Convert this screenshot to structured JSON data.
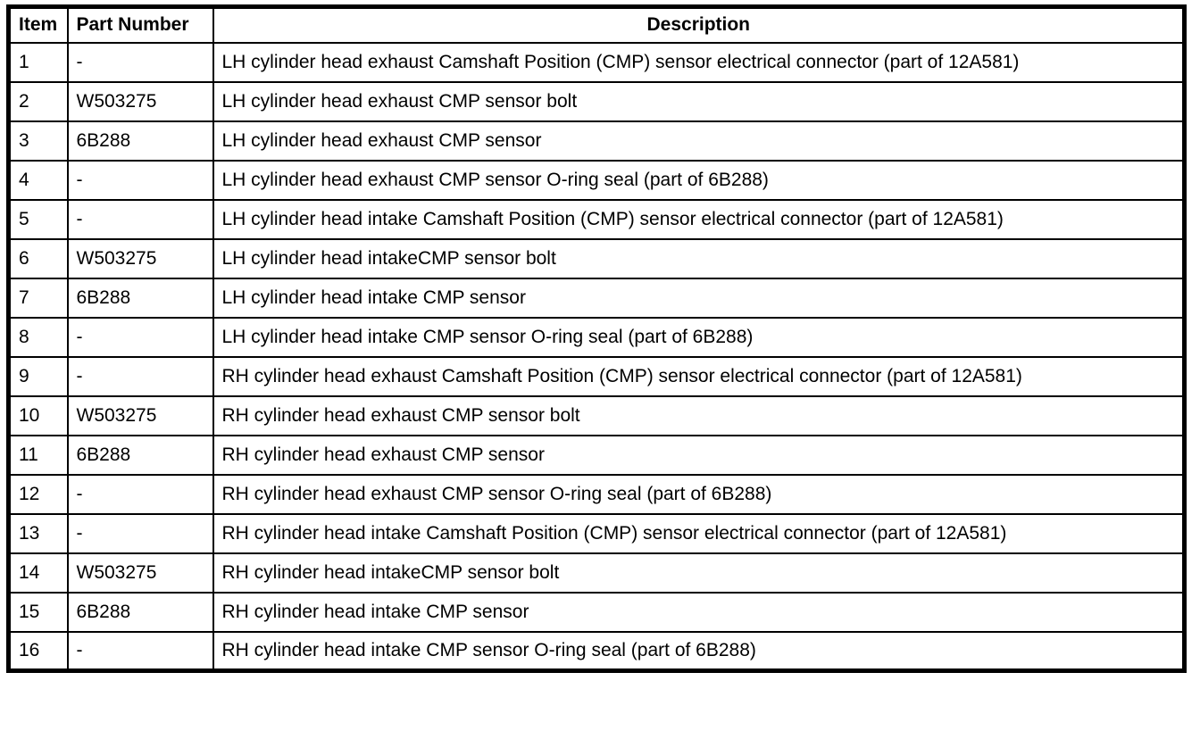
{
  "table": {
    "headers": [
      "Item",
      "Part Number",
      "Description"
    ],
    "rows": [
      [
        "1",
        "-",
        "LH cylinder head exhaust Camshaft Position (CMP) sensor electrical connector (part of 12A581)"
      ],
      [
        "2",
        "W503275",
        "LH cylinder head exhaust CMP sensor bolt"
      ],
      [
        "3",
        "6B288",
        "LH cylinder head exhaust CMP sensor"
      ],
      [
        "4",
        "-",
        "LH cylinder head exhaust CMP sensor O-ring seal (part of 6B288)"
      ],
      [
        "5",
        "-",
        "LH cylinder head intake Camshaft Position (CMP) sensor electrical connector (part of 12A581)"
      ],
      [
        "6",
        "W503275",
        "LH cylinder head intakeCMP sensor bolt"
      ],
      [
        "7",
        "6B288",
        "LH cylinder head intake CMP sensor"
      ],
      [
        "8",
        "-",
        "LH cylinder head intake CMP sensor O-ring seal (part of 6B288)"
      ],
      [
        "9",
        "-",
        "RH cylinder head exhaust Camshaft Position (CMP) sensor electrical connector (part of 12A581)"
      ],
      [
        "10",
        "W503275",
        "RH cylinder head exhaust CMP sensor bolt"
      ],
      [
        "11",
        "6B288",
        "RH cylinder head exhaust CMP sensor"
      ],
      [
        "12",
        "-",
        "RH cylinder head exhaust CMP sensor O-ring seal (part of 6B288)"
      ],
      [
        "13",
        "-",
        "RH cylinder head intake Camshaft Position (CMP) sensor electrical connector (part of 12A581)"
      ],
      [
        "14",
        "W503275",
        "RH cylinder head intakeCMP sensor bolt"
      ],
      [
        "15",
        "6B288",
        "RH cylinder head intake CMP sensor"
      ],
      [
        "16",
        "-",
        "RH cylinder head intake CMP sensor O-ring seal (part of 6B288)"
      ]
    ],
    "colors": {
      "border": "#000000",
      "background": "#ffffff",
      "text": "#000000"
    }
  }
}
